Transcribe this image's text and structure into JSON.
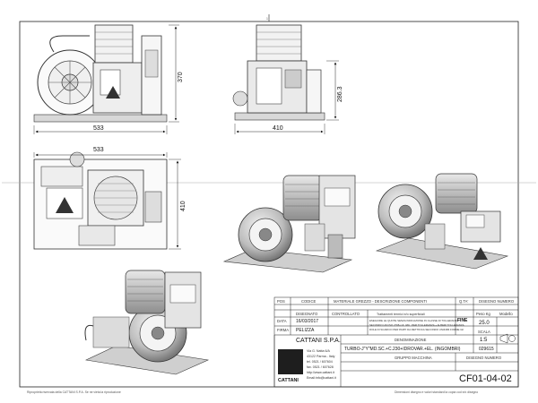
{
  "views": {
    "front_width": "533",
    "front_height": "370",
    "side_width": "410",
    "side_height": "286.3",
    "top_width": "533",
    "top_depth": "410"
  },
  "title_block": {
    "hdr_pos": "POS",
    "hdr_codice": "CODICE",
    "hdr_materiale": "MATERIALE GREZZO - DESCRIZIONE COMPONENTI",
    "hdr_qta": "Q.TA'",
    "hdr_disegno_numero": "DISEGNO NUMERO",
    "label_data": "DATA",
    "label_firma": "FIRMA",
    "label_disegnato": "DISEGNATO",
    "label_controllato": "CONTROLLATO",
    "date_value": "16/03/2017",
    "signature_value": "PELIZZA",
    "treatment_label": "Trattamenti termici e/o superficiali",
    "notes_line1": "ESEGUIRE LE QUOTE SENZA INDICAZIONE IN CLASSE DI TOLLERANZA",
    "notes_fine": "FINE",
    "notes_line2": "SECONDO UNI ISO 2768-mK. RIF.: PER TOLLERANZA + ALBERI TOLLERANZA",
    "notes_line3": "DOLE DI SCARICO PER PARTI DA RETTIFICA SECONDO UNI4386 FORME GF",
    "peso_label": "Peso Kg",
    "peso_value": "25.0",
    "modello_label": "Modello",
    "scala_label": "SCALA",
    "scala_value": "1:5",
    "denominazione_label": "DENOMINAZIONE",
    "denominazione_value": "TURBO-J\"Y\"MD.SC.+C.230+IDROVAR.+EL. (INGOMBRI)",
    "doc_number": "029615",
    "gruppo_label": "GRUPPO MACCHINA",
    "disegno_label": "DISEGNO NUMERO",
    "drawing_code": "CF01-04-02",
    "company_name": "CATTANI S.P.A.",
    "addr1": "Via G. Natta 6/A",
    "addr2": "43122 Parma - Italy",
    "addr3": "tel. 0521 / 607604",
    "addr4": "fax. 0521 / 607628",
    "addr5": "http://www.cattani.it",
    "addr6": "Email:info@cattani.it",
    "logo_text": "CATTANI",
    "footer_left": "Riproprietà riservata della CATTANI S.P.A. Se ne vieta la riproduzione",
    "footer_right": "Dimensioni disegno e valori standard la copia cod e/o disegno"
  }
}
